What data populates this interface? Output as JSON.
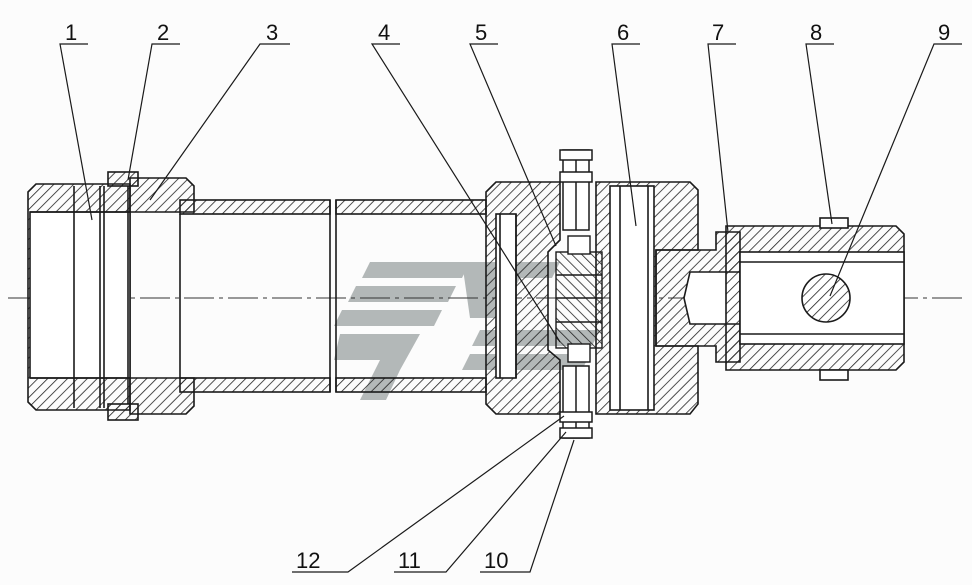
{
  "callouts": {
    "c1": "1",
    "c2": "2",
    "c3": "3",
    "c4": "4",
    "c5": "5",
    "c6": "6",
    "c7": "7",
    "c8": "8",
    "c9": "9",
    "c10": "10",
    "c11": "11",
    "c12": "12"
  },
  "colors": {
    "line": "#1a1a1a",
    "watermark": "#9aa0a0"
  }
}
